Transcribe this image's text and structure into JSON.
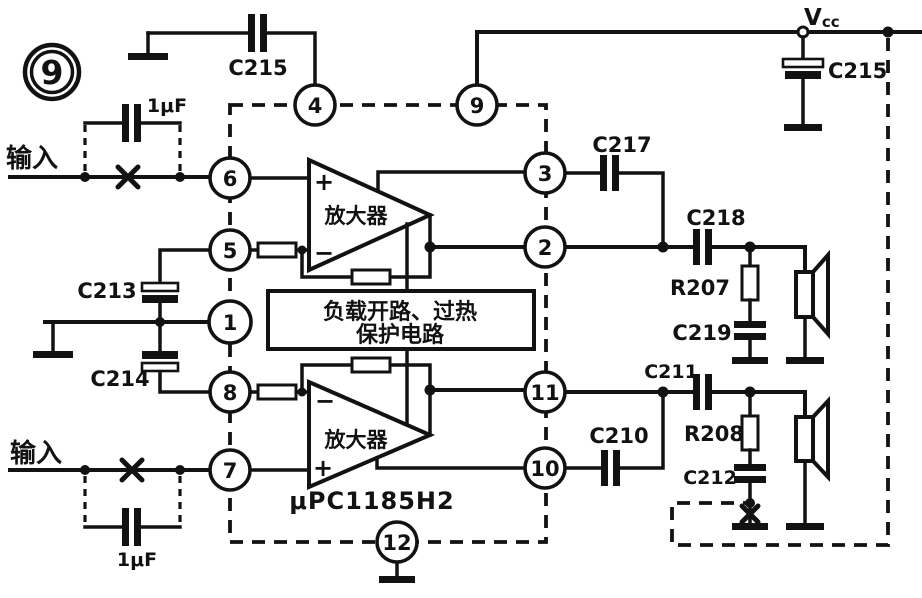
{
  "figure_number": "9",
  "power": {
    "vcc_main": "V",
    "vcc_sub": "cc"
  },
  "inputs": {
    "top": {
      "label": "输入",
      "bypass_cap": "1μF"
    },
    "bottom": {
      "label": "输入",
      "bypass_cap": "1μF"
    }
  },
  "ic": {
    "part_number": "μPC1185H2",
    "amp_label": "放大器",
    "plus": "+",
    "minus": "−",
    "protection": {
      "line1": "负载开路、过热",
      "line2": "保护电路"
    },
    "pins": {
      "p1": "1",
      "p2": "2",
      "p3": "3",
      "p4": "4",
      "p5": "5",
      "p6": "6",
      "p7": "7",
      "p8": "8",
      "p9": "9",
      "p10": "10",
      "p11": "11",
      "p12": "12"
    }
  },
  "components": {
    "c215_top": "C215",
    "c215_right": "C215",
    "c213": "C213",
    "c214": "C214",
    "c217": "C217",
    "c218": "C218",
    "r207": "R207",
    "c219": "C219",
    "c211": "C211",
    "r208": "R208",
    "c212": "C212",
    "c210": "C210"
  }
}
